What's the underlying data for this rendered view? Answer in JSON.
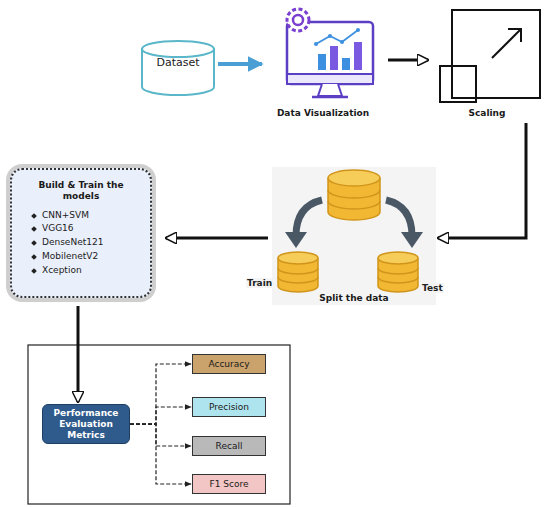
{
  "diagram": {
    "nodes": [
      {
        "text": [
          "Dataset"
        ]
      },
      {
        "text": [
          "Data Visualization"
        ]
      },
      {
        "text": [
          "Scaling"
        ]
      },
      {
        "text": [
          "Split the data"
        ]
      },
      {
        "text": [
          "Build & Train the models",
          "CNN+SVM",
          "VGG16",
          "DenseNet121",
          "MobilenetV2",
          "Xception"
        ]
      },
      {
        "text": [
          "Performance Evaluation Metrics"
        ]
      },
      {
        "text": [
          "Accuracy"
        ]
      },
      {
        "text": [
          "Precision"
        ]
      },
      {
        "text": [
          "Recall"
        ]
      },
      {
        "text": [
          "F1 Score"
        ]
      }
    ],
    "edges": [
      {
        "from": 0,
        "to": 1,
        "arrow": "to"
      },
      {
        "from": 1,
        "to": 2,
        "arrow": "to"
      },
      {
        "from": 2,
        "to": 3,
        "arrow": "to"
      },
      {
        "from": 3,
        "to": 4,
        "arrow": "to"
      },
      {
        "from": 4,
        "to": 5,
        "arrow": "to"
      },
      {
        "from": 5,
        "to": 6,
        "arrow": "to"
      },
      {
        "from": 5,
        "to": 7,
        "arrow": "to"
      },
      {
        "from": 5,
        "to": 8,
        "arrow": "to"
      },
      {
        "from": 5,
        "to": 9,
        "arrow": "to"
      }
    ],
    "labels": [
      "Train",
      "Test"
    ]
  }
}
